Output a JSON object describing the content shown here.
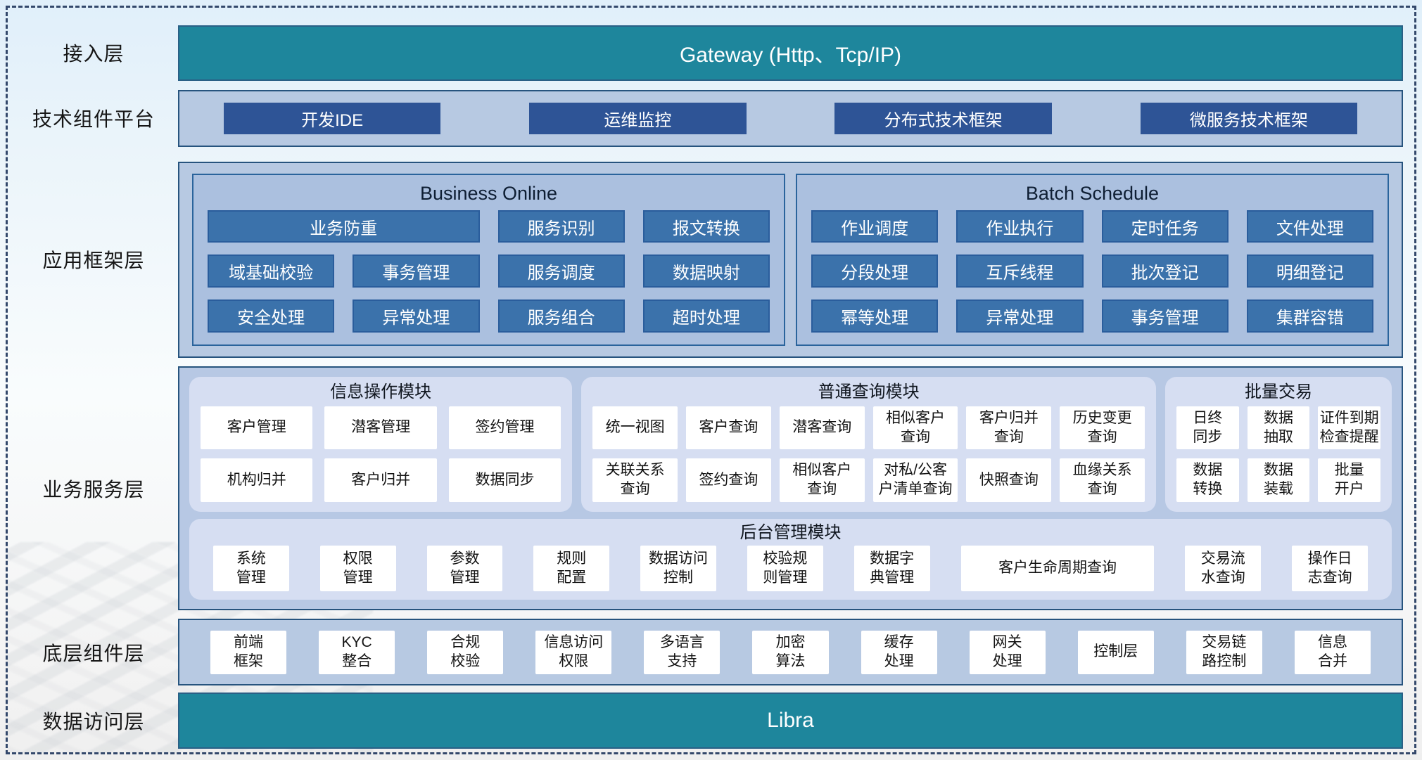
{
  "layer_labels": {
    "access": "接入层",
    "tech": "技术组件平台",
    "app": "应用框架层",
    "service": "业务服务层",
    "base": "底层组件层",
    "data": "数据访问层"
  },
  "access": {
    "gateway": "Gateway (Http、Tcp/IP)"
  },
  "tech": {
    "items": [
      "开发IDE",
      "运维监控",
      "分布式技术框架",
      "微服务技术框架"
    ]
  },
  "app": {
    "business_online": {
      "title": "Business Online",
      "rows": [
        [
          {
            "text": "业务防重",
            "span": 2
          },
          "服务识别",
          "报文转换"
        ],
        [
          "域基础校验",
          "事务管理",
          "服务调度",
          "数据映射"
        ],
        [
          "安全处理",
          "异常处理",
          "服务组合",
          "超时处理"
        ]
      ]
    },
    "batch_schedule": {
      "title": "Batch Schedule",
      "rows": [
        [
          "作业调度",
          "作业执行",
          "定时任务",
          "文件处理"
        ],
        [
          "分段处理",
          "互斥线程",
          "批次登记",
          "明细登记"
        ],
        [
          "幂等处理",
          "异常处理",
          "事务管理",
          "集群容错"
        ]
      ]
    }
  },
  "service": {
    "info_module": {
      "title": "信息操作模块",
      "rows": [
        [
          "客户管理",
          "潜客管理",
          "签约管理"
        ],
        [
          "机构归并",
          "客户归并",
          "数据同步"
        ]
      ]
    },
    "query_module": {
      "title": "普通查询模块",
      "rows": [
        [
          "统一视图",
          "客户查询",
          "潜客查询",
          "相似客户\n查询",
          "客户归并\n查询",
          "历史变更\n查询"
        ],
        [
          "关联关系\n查询",
          "签约查询",
          "相似客户\n查询",
          "对私/公客\n户清单查询",
          "快照查询",
          "血缘关系\n查询"
        ]
      ]
    },
    "batch_module": {
      "title": "批量交易",
      "rows": [
        [
          "日终\n同步",
          "数据\n抽取",
          "证件到期\n检查提醒"
        ],
        [
          "数据\n转换",
          "数据\n装载",
          "批量\n开户"
        ]
      ]
    },
    "admin_module": {
      "title": "后台管理模块",
      "items": [
        "系统\n管理",
        "权限\n管理",
        "参数\n管理",
        "规则\n配置",
        "数据访问\n控制",
        "校验规\n则管理",
        "数据字\n典管理",
        {
          "text": "客户生命周期查询",
          "wide": true
        },
        "交易流\n水查询",
        "操作日\n志查询"
      ]
    }
  },
  "base": {
    "items": [
      "前端\n框架",
      "KYC\n整合",
      "合规\n校验",
      "信息访问\n权限",
      "多语言\n支持",
      "加密\n算法",
      "缓存\n处理",
      "网关\n处理",
      "控制层",
      "交易链\n路控制",
      "信息\n合并"
    ]
  },
  "data_access": {
    "bar": "Libra"
  },
  "colors": {
    "teal": "#1e869c",
    "navy_button": "#2e5496",
    "steel_button": "#3b72ab",
    "panel_light": "#b7c9e2",
    "module_light": "#d6def2",
    "dashed_border": "#33486b"
  }
}
